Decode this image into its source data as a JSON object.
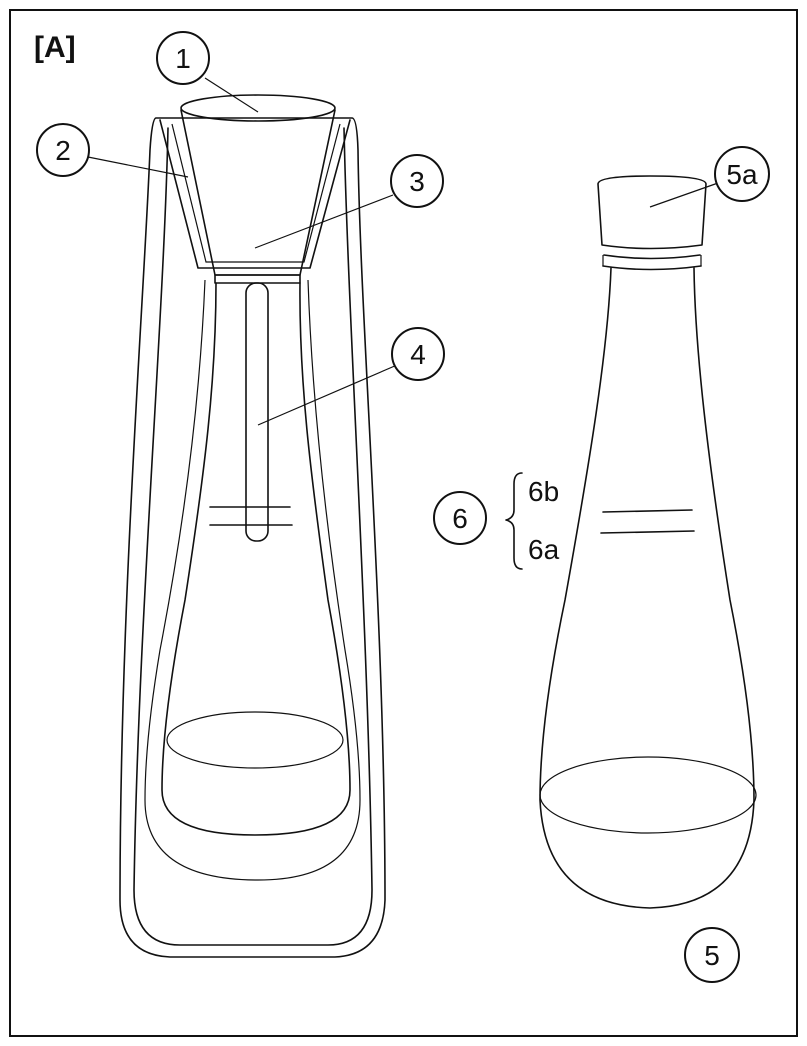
{
  "figure": {
    "panel_label": "[A]",
    "callouts": {
      "c1": "1",
      "c2": "2",
      "c3": "3",
      "c4": "4",
      "c5": "5",
      "c5a": "5a",
      "c6": "6",
      "c6a": "6a",
      "c6b": "6b"
    }
  }
}
